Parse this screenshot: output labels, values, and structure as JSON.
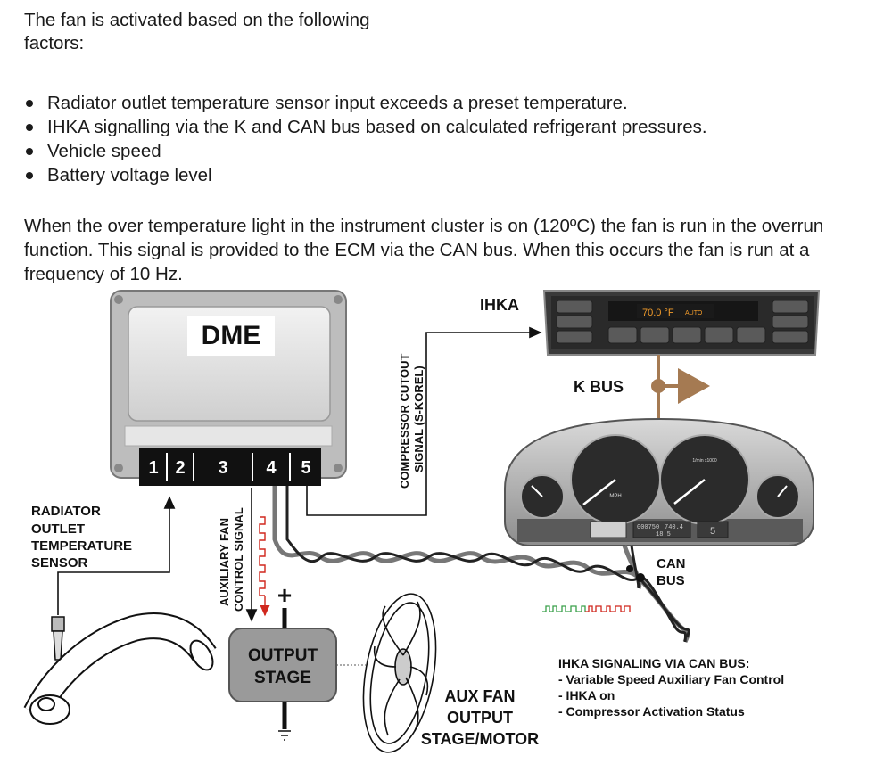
{
  "intro": "The fan is activated based on the following factors:",
  "factors": [
    "Radiator outlet temperature sensor input exceeds a preset temperature.",
    "IHKA signalling via the K and CAN bus based on calculated refrigerant pressures.",
    "Vehicle speed",
    "Battery voltage level"
  ],
  "paragraph": "When the over temperature light in the instrument cluster is on (120ºC) the fan is run in the overrun function.  This signal is provided to the ECM via the CAN bus.  When this occurs the fan is run at a frequency of 10 Hz.",
  "diagram": {
    "dme_label": "DME",
    "pins": [
      "1",
      "2",
      "3",
      "4",
      "5"
    ],
    "ihka_label": "IHKA",
    "ihka_display": "70.0 °F",
    "ihka_mode": "AUTO",
    "k_bus_label": "K BUS",
    "compressor_line1": "COMPRESSOR CUTOUT",
    "compressor_line2": "SIGNAL (S-KOREL)",
    "sensor_lines": [
      "RADIATOR",
      "OUTLET",
      "TEMPERATURE",
      "SENSOR"
    ],
    "aux_signal_line1": "AUXILIARY FAN",
    "aux_signal_line2": "CONTROL SIGNAL",
    "plus": "+",
    "output_stage_lines": [
      "OUTPUT",
      "STAGE"
    ],
    "can_bus_lines": [
      "CAN",
      "BUS"
    ],
    "aux_fan_lines": [
      "AUX FAN",
      "OUTPUT",
      "STAGE/MOTOR"
    ],
    "ihka_signaling_title": "IHKA  SIGNALING VIA CAN BUS:",
    "ihka_signaling_items": [
      "- Variable Speed Auxiliary Fan Control",
      "- IHKA on",
      "- Compressor Activation Status"
    ],
    "cluster_odometer": "000750",
    "cluster_trip": "740.4",
    "cluster_temp": "18.5",
    "cluster_gear": "5",
    "cluster_tach_unit": "1/min x1000",
    "cluster_speed_unit": "MPH"
  }
}
